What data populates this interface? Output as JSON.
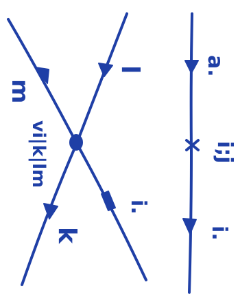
{
  "diagram": {
    "ink_color": "#1f3fa6",
    "background": "#ffffff",
    "left_graph": {
      "vertex_label": "vi|k|lm",
      "incoming_top_left_label": "m",
      "incoming_top_right_label": "l",
      "outgoing_bottom_left_label": "k",
      "outgoing_bottom_right_label": "i."
    },
    "right_graph": {
      "top_label": "a.",
      "middle_label": "i;j",
      "bottom_label": "i."
    }
  }
}
